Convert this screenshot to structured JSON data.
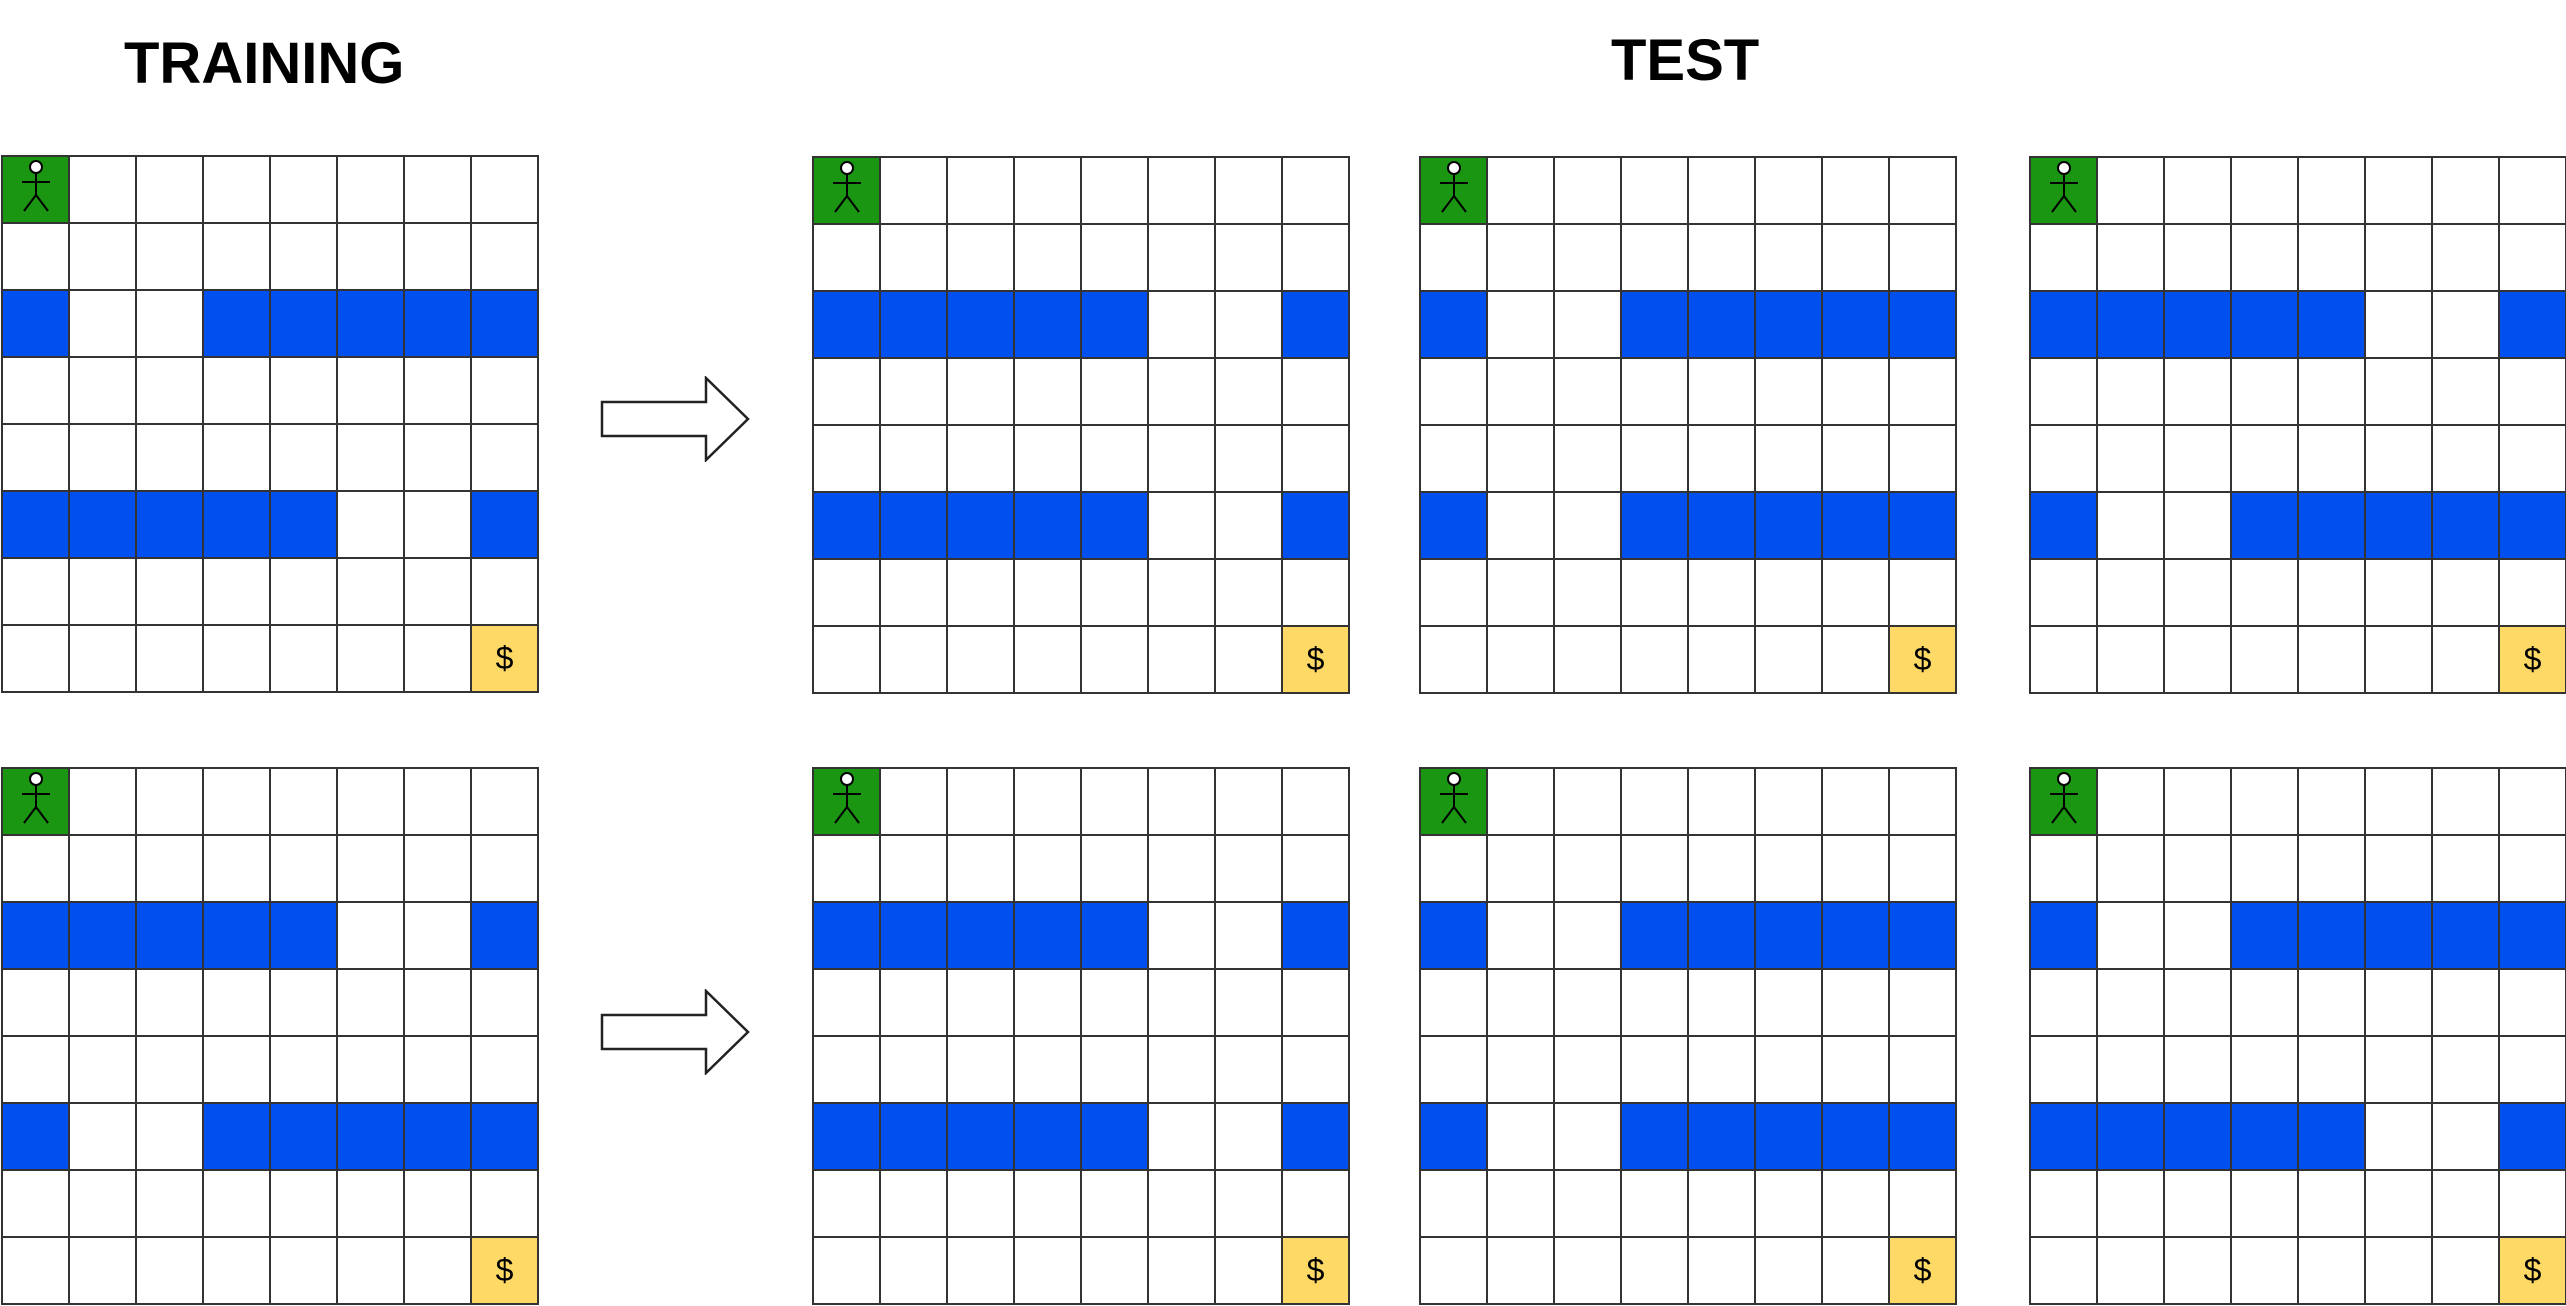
{
  "headings": {
    "training": "TRAINING",
    "test": "TEST"
  },
  "goal_symbol": "$",
  "colors": {
    "wall": "#0050ef",
    "agent": "#1a9612",
    "goal": "#ffd966",
    "grid_line": "#333333",
    "empty": "#ffffff"
  },
  "legend_cells": {
    "agent": "stick-figure-icon",
    "goal": "dollar-sign"
  },
  "grid_size": 8,
  "rows": [
    {
      "training": {
        "walls": {
          "2": [
            0,
            3,
            4,
            5,
            6,
            7
          ],
          "5": [
            0,
            1,
            2,
            3,
            4,
            7
          ]
        }
      },
      "tests": [
        {
          "walls": {
            "2": [
              0,
              1,
              2,
              3,
              4,
              7
            ],
            "5": [
              0,
              1,
              2,
              3,
              4,
              7
            ]
          }
        },
        {
          "walls": {
            "2": [
              0,
              3,
              4,
              5,
              6,
              7
            ],
            "5": [
              0,
              3,
              4,
              5,
              6,
              7
            ]
          }
        },
        {
          "walls": {
            "2": [
              0,
              1,
              2,
              3,
              4,
              7
            ],
            "5": [
              0,
              3,
              4,
              5,
              6,
              7
            ]
          }
        }
      ]
    },
    {
      "training": {
        "walls": {
          "2": [
            0,
            1,
            2,
            3,
            4,
            7
          ],
          "5": [
            0,
            3,
            4,
            5,
            6,
            7
          ]
        }
      },
      "tests": [
        {
          "walls": {
            "2": [
              0,
              1,
              2,
              3,
              4,
              7
            ],
            "5": [
              0,
              1,
              2,
              3,
              4,
              7
            ]
          }
        },
        {
          "walls": {
            "2": [
              0,
              3,
              4,
              5,
              6,
              7
            ],
            "5": [
              0,
              3,
              4,
              5,
              6,
              7
            ]
          }
        },
        {
          "walls": {
            "2": [
              0,
              3,
              4,
              5,
              6,
              7
            ],
            "5": [
              0,
              1,
              2,
              3,
              4,
              7
            ]
          }
        }
      ]
    }
  ]
}
